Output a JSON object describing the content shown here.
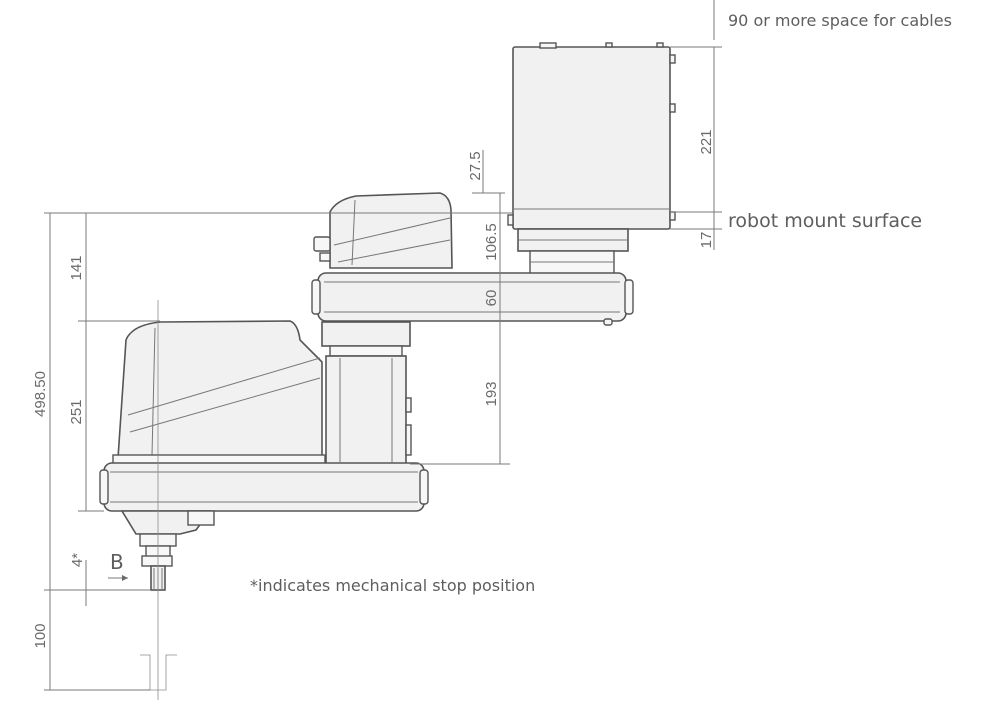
{
  "labels": {
    "cable_space": "90 or more space for cables",
    "mount_surface": "robot mount surface",
    "stop_note": "*indicates mechanical stop position",
    "view_b": "B"
  },
  "dimensions": {
    "d221": "221",
    "d17": "17",
    "d27_5": "27.5",
    "d106_5": "106.5",
    "d60": "60",
    "d193": "193",
    "d141": "141",
    "d251": "251",
    "d498_50": "498.50",
    "d4_star": "4*",
    "d100": "100"
  },
  "colors": {
    "outline": "#555555",
    "body_fill": "#f1f1f1",
    "dimension_line": "#7a7a7a",
    "text": "#6a6a6a"
  }
}
